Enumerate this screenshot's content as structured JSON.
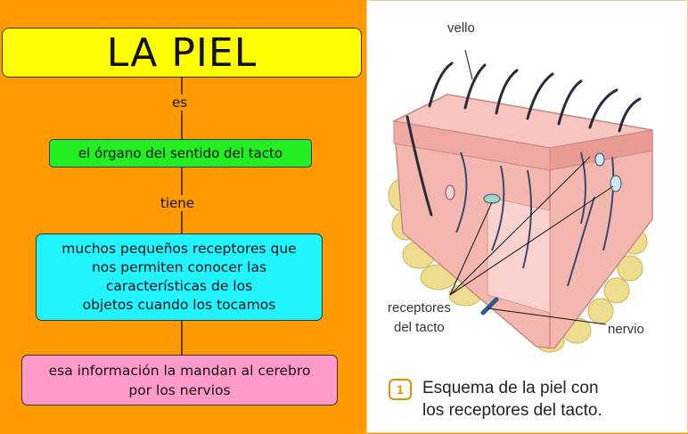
{
  "concept_map": {
    "title": "LA PIEL",
    "link1": "es",
    "node1": "el órgano del sentido del tacto",
    "link2": "tiene",
    "node2_lines": [
      "muchos pequeños receptores que",
      "nos permiten conocer las",
      "características de los",
      "objetos cuando los tocamos"
    ],
    "node3_lines": [
      "esa información la mandan al cerebro",
      "por los nervios"
    ]
  },
  "figure": {
    "label_vello": "vello",
    "label_receptores": [
      "receptores",
      "del tacto"
    ],
    "label_nervio": "nervio",
    "caption_number": "1",
    "caption_lines": [
      "Esquema de la piel con",
      "los receptores del tacto."
    ]
  },
  "colors": {
    "background": "#ff9a00",
    "title_box": "#ffff00",
    "node1": "#22ee22",
    "node2": "#22f4ff",
    "node3": "#ff9acb",
    "skin": "#f4b7b0",
    "fat": "#eedc8f",
    "caption_accent": "#f08a00"
  }
}
